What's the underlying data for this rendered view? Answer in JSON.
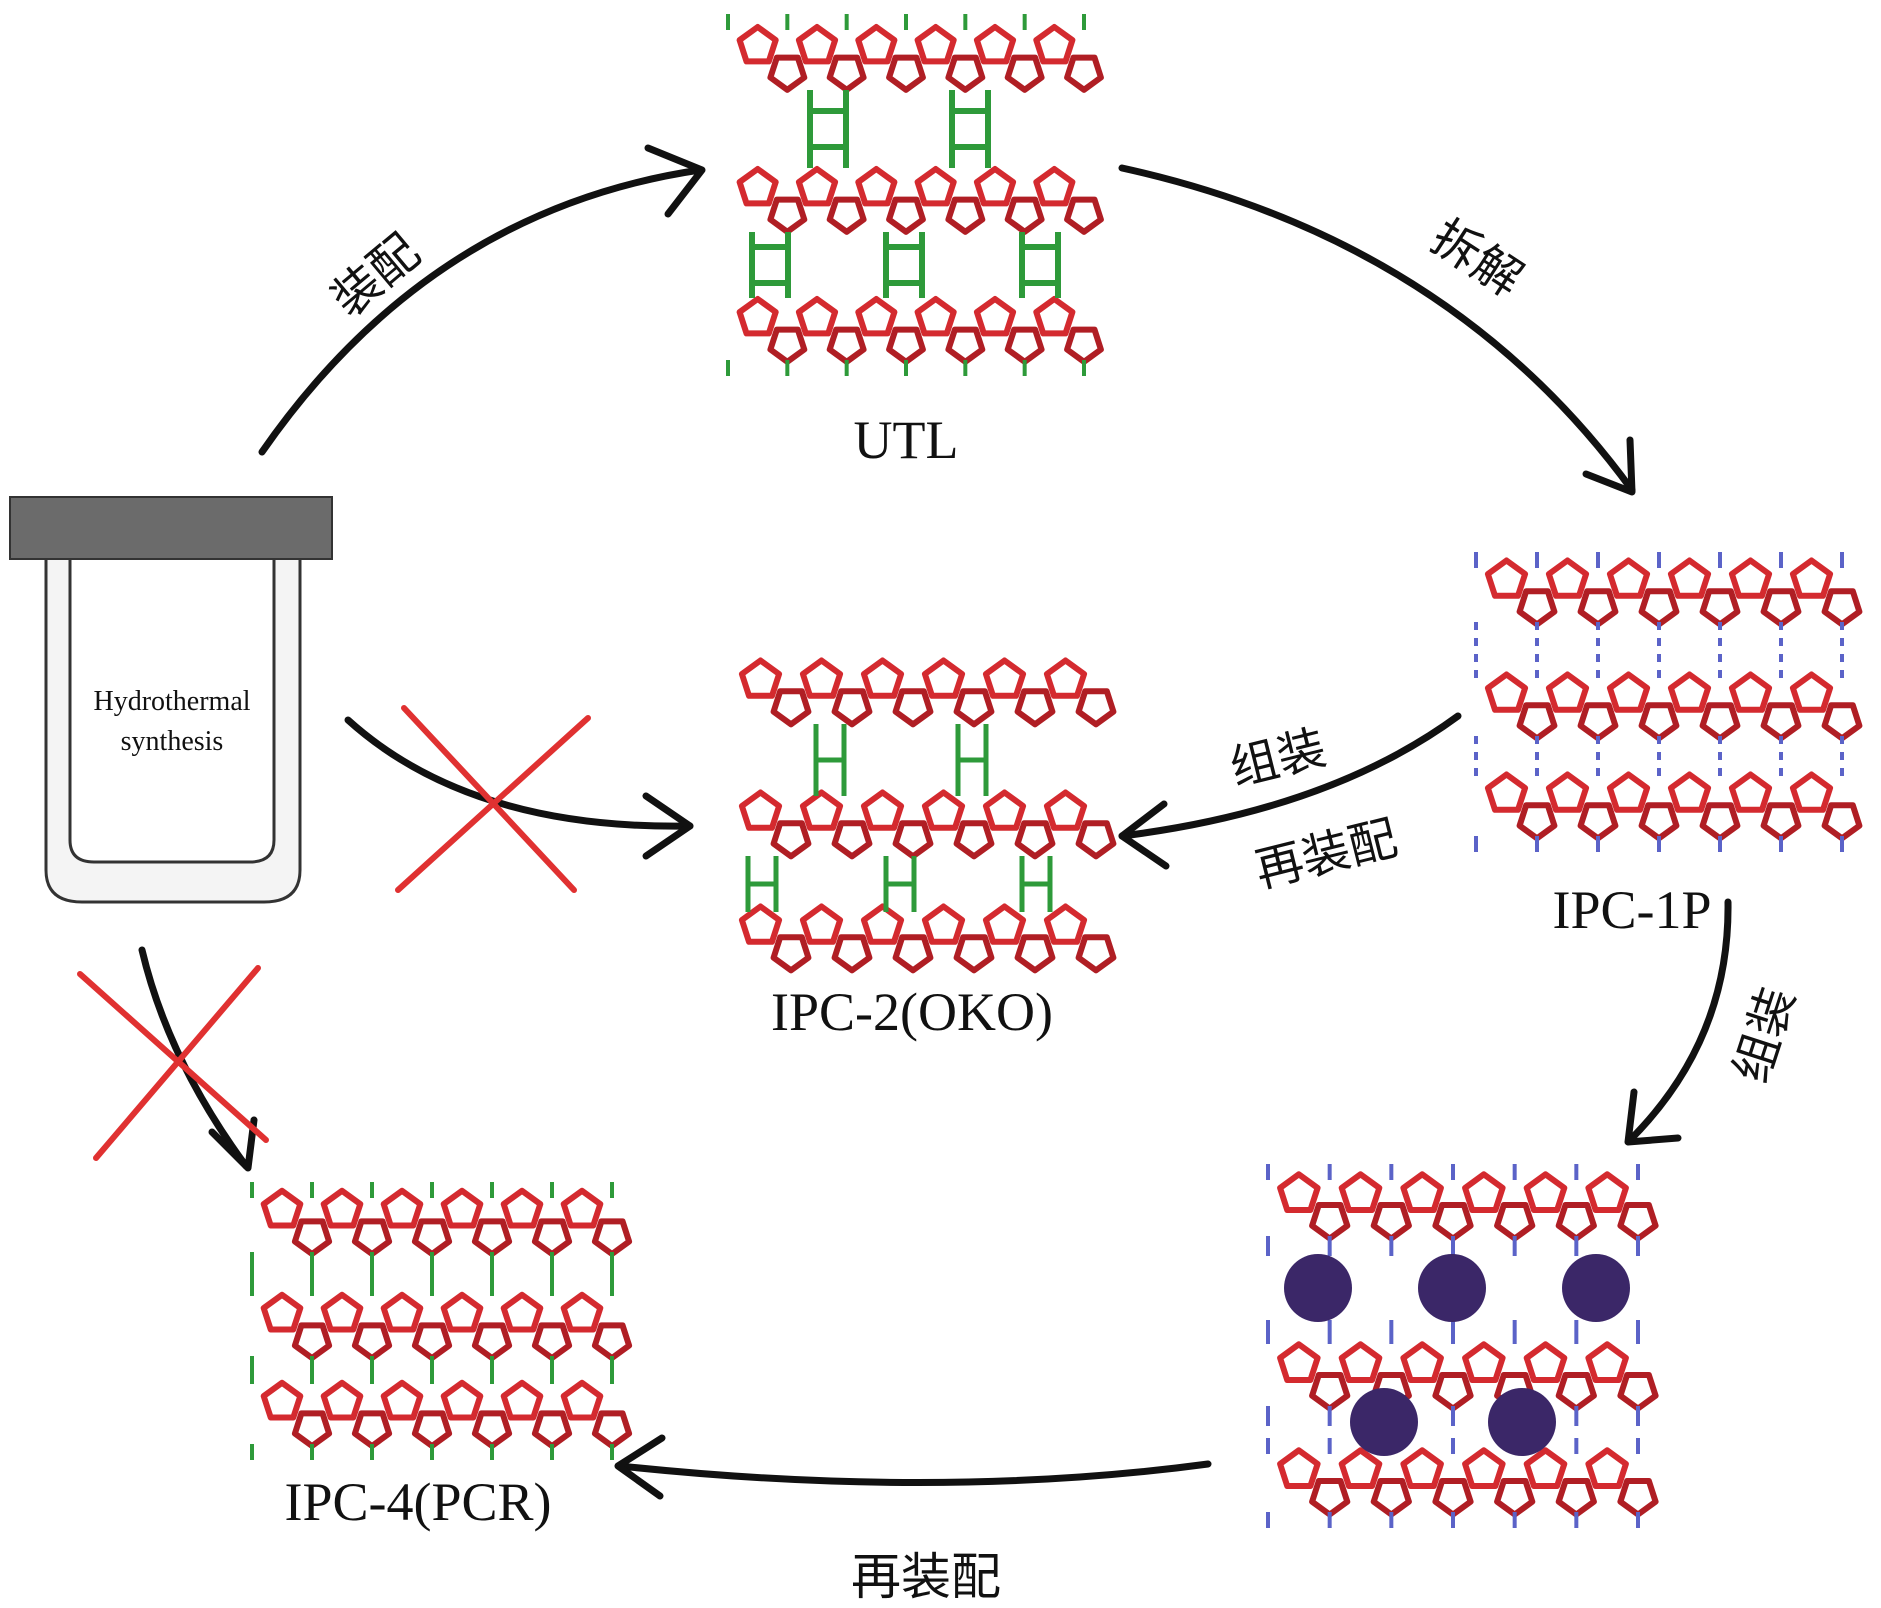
{
  "colors": {
    "ring": "#d42a2f",
    "ring_dark": "#b01e24",
    "linker_green": "#2e9a3a",
    "linker_blue": "#5b63c8",
    "cation": "#3b2768",
    "cross": "#e03131",
    "arrow": "#111111",
    "autoclave_lid": "#6b6b6b"
  },
  "structures": {
    "utl": {
      "label": "UTL",
      "linker": "green-double-four-ring"
    },
    "ipc1p": {
      "label": "IPC-1P",
      "linker": "blue-silanol"
    },
    "ipc2": {
      "label": "IPC-2(OKO)",
      "linker": "green-single-four-ring"
    },
    "intermediate": {
      "label": "",
      "linker": "blue-silanol",
      "cation_count": 5
    },
    "ipc4": {
      "label": "IPC-4(PCR)",
      "linker": "green-oxygen-bridge"
    }
  },
  "autoclave": {
    "line1": "Hydrothermal",
    "line2": "synthesis"
  },
  "steps": {
    "assembly": "装配",
    "disassembly": "拆解",
    "organize_left": "组装",
    "reassembly_left": "再装配",
    "organize_right": "组装",
    "reassembly_bottom": "再装配"
  },
  "blocked_routes": [
    "hydrothermal-to-IPC-2",
    "hydrothermal-to-IPC-4"
  ]
}
